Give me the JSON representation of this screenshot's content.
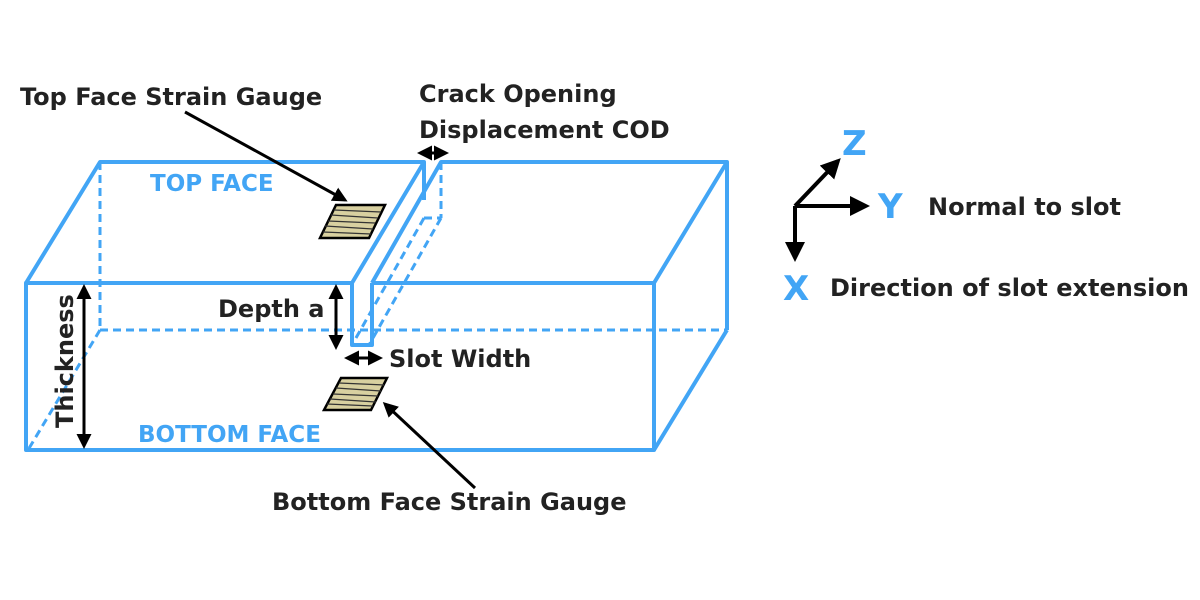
{
  "colors": {
    "outline": "#42a5f5",
    "text": "#222222",
    "arrow": "#000000",
    "gauge_fill": "#d8d0a0"
  },
  "labels": {
    "top_face": "TOP FACE",
    "bottom_face": "BOTTOM FACE",
    "top_gauge": "Top Face Strain Gauge",
    "bottom_gauge": "Bottom Face Strain Gauge",
    "cod_line1": "Crack Opening",
    "cod_line2": "Displacement COD",
    "depth": "Depth a",
    "slot_width": "Slot Width",
    "thickness": "Thickness"
  },
  "axes": {
    "z": {
      "letter": "Z",
      "desc": ""
    },
    "y": {
      "letter": "Y",
      "desc": "Normal to slot"
    },
    "x": {
      "letter": "X",
      "desc": "Direction of slot extension"
    }
  }
}
